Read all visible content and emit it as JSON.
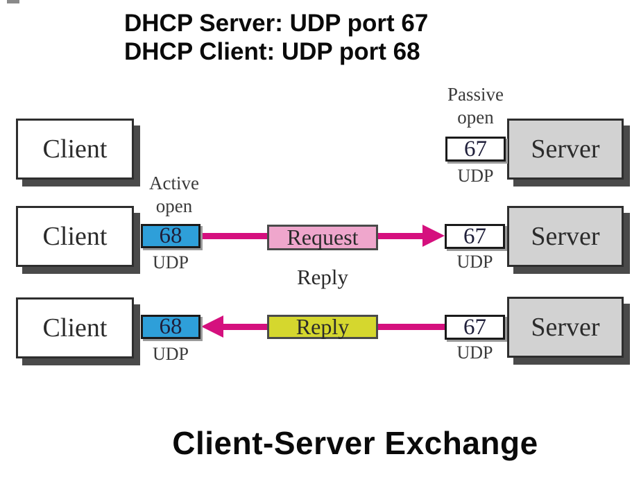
{
  "header": {
    "line1": "DHCP Server: UDP port 67",
    "line2": "DHCP Client: UDP port 68"
  },
  "footer": {
    "title": "Client-Server Exchange"
  },
  "annotations": {
    "passive_line1": "Passive",
    "passive_line2": "open",
    "active_line1": "Active",
    "active_line2": "open",
    "center_reply": "Reply"
  },
  "nodes": {
    "client_label": "Client",
    "server_label": "Server"
  },
  "ports": {
    "client_port": "68",
    "server_port": "67",
    "protocol": "UDP"
  },
  "messages": {
    "request": "Request",
    "reply": "Reply"
  },
  "colors": {
    "client_port_fill": "#2E9FD9",
    "server_box_fill": "#D2D2D2",
    "client_box_fill": "#FFFFFF",
    "port_box_fill": "#FFFFFF",
    "request_box_fill": "#EFA6CC",
    "reply_box_fill": "#D5D72E",
    "arrow_color": "#D5107E",
    "box_shadow_color": "#4A4A4A",
    "border_color": "#2E2E2E",
    "text_color": "#2B2B2B"
  }
}
